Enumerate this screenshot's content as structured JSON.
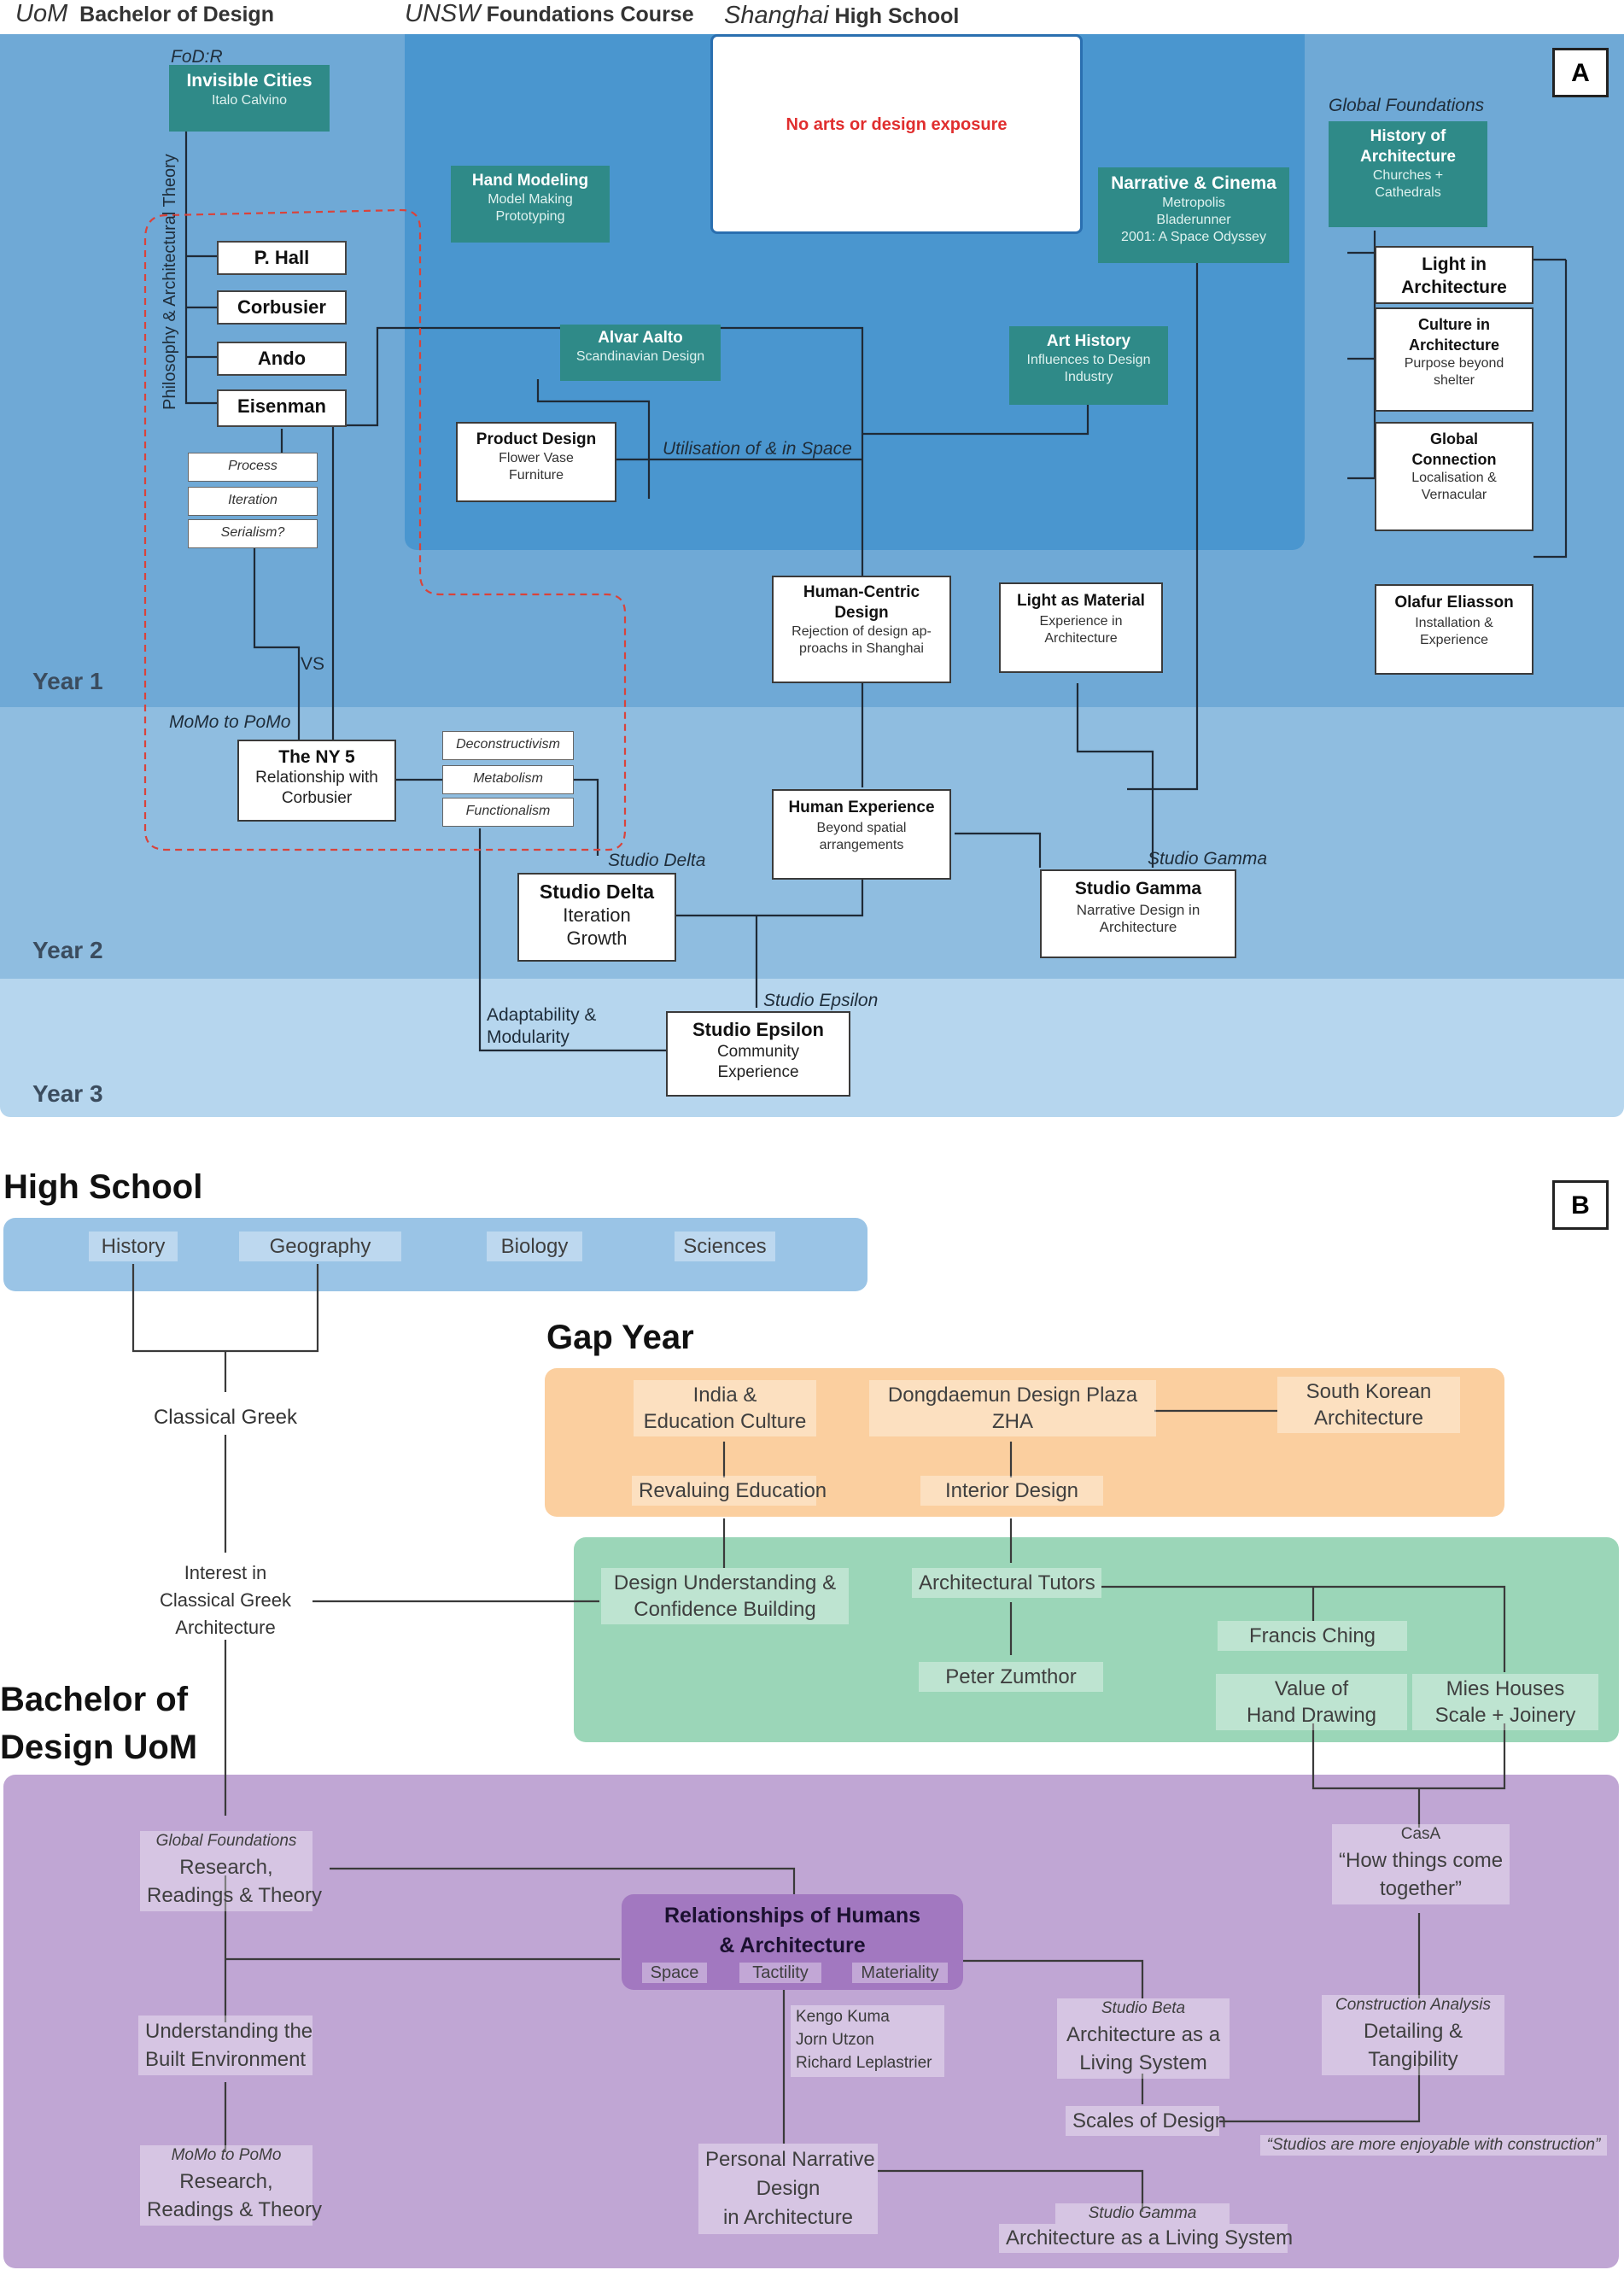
{
  "panelA": {
    "tag": "A",
    "headers": {
      "uom_italic": "UoM",
      "uom_bold": "Bachelor of Design",
      "unsw_italic": "UNSW",
      "unsw_bold": "Foundations Course",
      "sh_italic": "Shanghai",
      "sh_bold": "High School"
    },
    "no_exposure": "No arts or design exposure",
    "years": {
      "y1": "Year 1",
      "y2": "Year 2",
      "y3": "Year 3"
    },
    "labels": {
      "fodr": "FoD:R",
      "philosophy": "Philosophy & Architectural Theory",
      "global_foundations": "Global Foundations",
      "vs": "VS",
      "momo": "MoMo to PoMo",
      "utilisation": "Utilisation of & in Space",
      "studio_delta": "Studio Delta",
      "studio_gamma": "Studio Gamma",
      "studio_epsilon": "Studio Epsilon",
      "adaptability": "Adaptability & Modularity"
    },
    "invisible_cities": {
      "title": "Invisible Cities",
      "sub": "Italo Calvino"
    },
    "hand_modeling": {
      "title": "Hand Modeling",
      "l1": "Model Making",
      "l2": "Prototyping"
    },
    "narrative_cinema": {
      "title": "Narrative & Cinema",
      "l1": "Metropolis",
      "l2": "Bladerunner",
      "l3": "2001: A Space Odyssey"
    },
    "history_arch": {
      "t1": "History of",
      "t2": "Architecture",
      "l1": "Churches +",
      "l2": "Cathedrals"
    },
    "alvar_aalto": {
      "title": "Alvar Aalto",
      "sub": "Scandinavian Design"
    },
    "art_history": {
      "title": "Art History",
      "l1": "Influences to Design",
      "l2": "Industry"
    },
    "architects": [
      "P. Hall",
      "Corbusier",
      "Ando",
      "Eisenman"
    ],
    "concepts": [
      "Process",
      "Iteration",
      "Serialism?"
    ],
    "product_design": {
      "title": "Product Design",
      "l1": "Flower Vase",
      "l2": "Furniture"
    },
    "light_in_arch": {
      "t1": "Light in",
      "t2": "Architecture"
    },
    "culture_in_arch": {
      "t1": "Culture in",
      "t2": "Architecture",
      "l1": "Purpose beyond",
      "l2": "shelter"
    },
    "global_connection": {
      "t1": "Global",
      "t2": "Connection",
      "l1": "Localisation &",
      "l2": "Vernacular"
    },
    "human_centric": {
      "t1": "Human-Centric",
      "t2": "Design",
      "l1": "Rejection of design ap-",
      "l2": "proachs in Shanghai"
    },
    "light_material": {
      "title": "Light as Material",
      "l1": "Experience in",
      "l2": "Architecture"
    },
    "olafur": {
      "title": "Olafur Eliasson",
      "l1": "Installation &",
      "l2": "Experience"
    },
    "ny5": {
      "title": "The NY 5",
      "l1": "Relationship with",
      "l2": "Corbusier"
    },
    "movements": [
      "Deconstructivism",
      "Metabolism",
      "Functionalism"
    ],
    "human_experience": {
      "title": "Human Experience",
      "l1": "Beyond spatial",
      "l2": "arrangements"
    },
    "studio_delta_box": {
      "title": "Studio Delta",
      "l1": "Iteration",
      "l2": "Growth"
    },
    "studio_gamma_box": {
      "title": "Studio Gamma",
      "l1": "Narrative Design in",
      "l2": "Architecture"
    },
    "studio_epsilon_box": {
      "title": "Studio Epsilon",
      "l1": "Community",
      "l2": "Experience"
    }
  },
  "panelB": {
    "tag": "B",
    "high_school": "High School",
    "subjects": [
      "History",
      "Geography",
      "Biology",
      "Sciences"
    ],
    "classical_greek": "Classical Greek",
    "interest": [
      "Interest in",
      "Classical Greek",
      "Architecture"
    ],
    "gap_year": "Gap Year",
    "india": [
      "India &",
      "Education Culture"
    ],
    "ddp": [
      "Dongdaemun Design Plaza",
      "ZHA"
    ],
    "south_korean": [
      "South Korean",
      "Architecture"
    ],
    "revaluing": "Revaluing Education",
    "interior": "Interior Design",
    "design_understanding": [
      "Design Understanding &",
      "Confidence Building"
    ],
    "arch_tutors": "Architectural Tutors",
    "peter_zumthor": "Peter Zumthor",
    "francis_ching": "Francis Ching",
    "value_hand": [
      "Value of",
      "Hand Drawing"
    ],
    "mies": [
      "Mies Houses",
      "Scale + Joinery"
    ],
    "bachelor": [
      "Bachelor of",
      "Design UoM"
    ],
    "gf_label": "Global Foundations",
    "research1": [
      "Research,",
      "Readings & Theory"
    ],
    "understanding": [
      "Understanding the",
      "Built Environment"
    ],
    "momo_label": "MoMo to PoMo",
    "research2": [
      "Research,",
      "Readings & Theory"
    ],
    "relationships": [
      "Relationships of Humans",
      "& Architecture"
    ],
    "rel_tags": [
      "Space",
      "Tactility",
      "Materiality"
    ],
    "architects": [
      "Kengo Kuma",
      "Jorn Utzon",
      "Richard Leplastrier"
    ],
    "personal": [
      "Personal Narrative",
      "Design",
      "in Architecture"
    ],
    "studio_beta_label": "Studio Beta",
    "studio_beta": [
      "Architecture as a",
      "Living System"
    ],
    "scales": "Scales of Design",
    "studio_gamma_label": "Studio Gamma",
    "studio_gamma": "Architecture as a Living System",
    "casa_label": "CasA",
    "casa": [
      "“How things come",
      "together”"
    ],
    "construction_label": "Construction Analysis",
    "construction": [
      "Detailing &",
      "Tangibility"
    ],
    "quote": "“Studios are more enjoyable with construction”"
  },
  "colors": {
    "year1": "#6fa9d6",
    "year2": "#8fbde0",
    "year3": "#b6d6ee",
    "unsw": "#4a96cf",
    "teal": "#2f8a88",
    "red_dash": "#d9433b",
    "hs_blue": "#9ac4e6",
    "gap_orange": "#fbcf9f",
    "green": "#9bd6b8",
    "purple": "#c0a6d4",
    "purple_dark": "#a278c0"
  }
}
